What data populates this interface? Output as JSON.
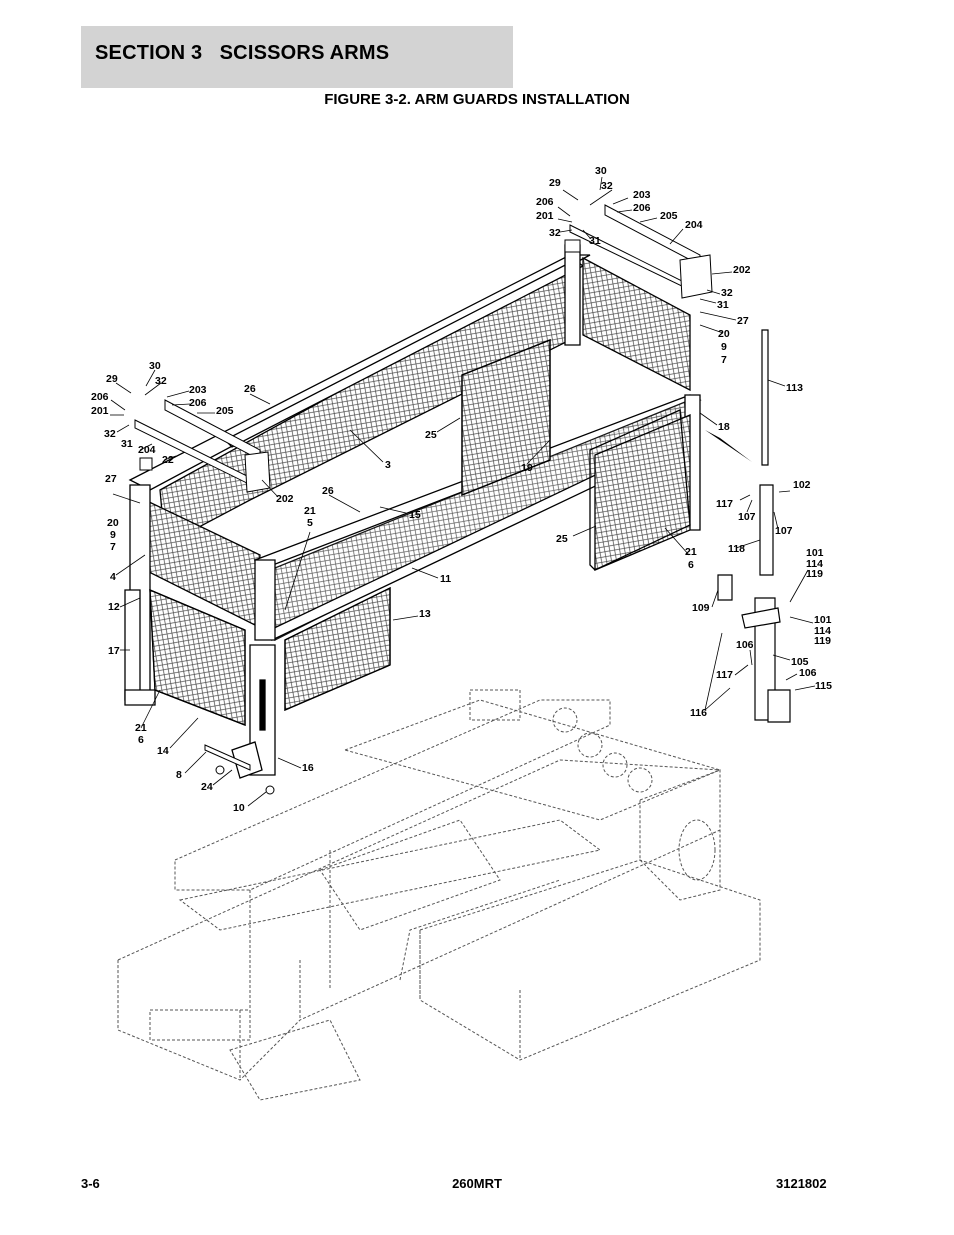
{
  "header": {
    "section_title": "SECTION 3   SCISSORS ARMS",
    "figure_title": "FIGURE 3-2. ARM GUARDS INSTALLATION"
  },
  "callouts": [
    {
      "id": "c30a",
      "text": "30"
    },
    {
      "id": "c29a",
      "text": "29"
    },
    {
      "id": "c32a",
      "text": "32"
    },
    {
      "id": "c203a",
      "text": "203"
    },
    {
      "id": "c206a",
      "text": "206"
    },
    {
      "id": "c206b",
      "text": "206"
    },
    {
      "id": "c205a",
      "text": "205"
    },
    {
      "id": "c201a",
      "text": "201"
    },
    {
      "id": "c204a",
      "text": "204"
    },
    {
      "id": "c32b",
      "text": "32"
    },
    {
      "id": "c31a",
      "text": "31"
    },
    {
      "id": "c202a",
      "text": "202"
    },
    {
      "id": "c32c",
      "text": "32"
    },
    {
      "id": "c31b",
      "text": "31"
    },
    {
      "id": "c27a",
      "text": "27"
    },
    {
      "id": "c20a",
      "text": "20"
    },
    {
      "id": "c9a",
      "text": "9"
    },
    {
      "id": "c7a",
      "text": "7"
    },
    {
      "id": "c113",
      "text": "113"
    },
    {
      "id": "c18",
      "text": "18"
    },
    {
      "id": "c30b",
      "text": "30"
    },
    {
      "id": "c29b",
      "text": "29"
    },
    {
      "id": "c32d",
      "text": "32"
    },
    {
      "id": "c203b",
      "text": "203"
    },
    {
      "id": "c206c",
      "text": "206"
    },
    {
      "id": "c206d",
      "text": "206"
    },
    {
      "id": "c201b",
      "text": "201"
    },
    {
      "id": "c205b",
      "text": "205"
    },
    {
      "id": "c26a",
      "text": "26"
    },
    {
      "id": "c32e",
      "text": "32"
    },
    {
      "id": "c31c",
      "text": "31"
    },
    {
      "id": "c204b",
      "text": "204"
    },
    {
      "id": "c22",
      "text": "22"
    },
    {
      "id": "c25a",
      "text": "25"
    },
    {
      "id": "c3",
      "text": "3"
    },
    {
      "id": "c19",
      "text": "19"
    },
    {
      "id": "c27b",
      "text": "27"
    },
    {
      "id": "c202b",
      "text": "202"
    },
    {
      "id": "c26b",
      "text": "26"
    },
    {
      "id": "c15",
      "text": "15"
    },
    {
      "id": "c102",
      "text": "102"
    },
    {
      "id": "c117a",
      "text": "117"
    },
    {
      "id": "c107a",
      "text": "107"
    },
    {
      "id": "c107b",
      "text": "107"
    },
    {
      "id": "c20b",
      "text": "20"
    },
    {
      "id": "c9b",
      "text": "9"
    },
    {
      "id": "c7b",
      "text": "7"
    },
    {
      "id": "c21a",
      "text": "21"
    },
    {
      "id": "c5",
      "text": "5"
    },
    {
      "id": "c25b",
      "text": "25"
    },
    {
      "id": "c118",
      "text": "118"
    },
    {
      "id": "c21b",
      "text": "21"
    },
    {
      "id": "c6a",
      "text": "6"
    },
    {
      "id": "c101a",
      "text": "101"
    },
    {
      "id": "c114a",
      "text": "114"
    },
    {
      "id": "c119a",
      "text": "119"
    },
    {
      "id": "c4",
      "text": "4"
    },
    {
      "id": "c11",
      "text": "11"
    },
    {
      "id": "c12",
      "text": "12"
    },
    {
      "id": "c109",
      "text": "109"
    },
    {
      "id": "c101b",
      "text": "101"
    },
    {
      "id": "c114b",
      "text": "114"
    },
    {
      "id": "c119b",
      "text": "119"
    },
    {
      "id": "c13",
      "text": "13"
    },
    {
      "id": "c17",
      "text": "17"
    },
    {
      "id": "c106a",
      "text": "106"
    },
    {
      "id": "c105",
      "text": "105"
    },
    {
      "id": "c106b",
      "text": "106"
    },
    {
      "id": "c117b",
      "text": "117"
    },
    {
      "id": "c115",
      "text": "115"
    },
    {
      "id": "c116",
      "text": "116"
    },
    {
      "id": "c21c",
      "text": "21"
    },
    {
      "id": "c6b",
      "text": "6"
    },
    {
      "id": "c14",
      "text": "14"
    },
    {
      "id": "c16",
      "text": "16"
    },
    {
      "id": "c8",
      "text": "8"
    },
    {
      "id": "c24",
      "text": "24"
    },
    {
      "id": "c10",
      "text": "10"
    }
  ],
  "footer": {
    "page_number": "3-6",
    "model": "260MRT",
    "manual_number": "3121802"
  }
}
